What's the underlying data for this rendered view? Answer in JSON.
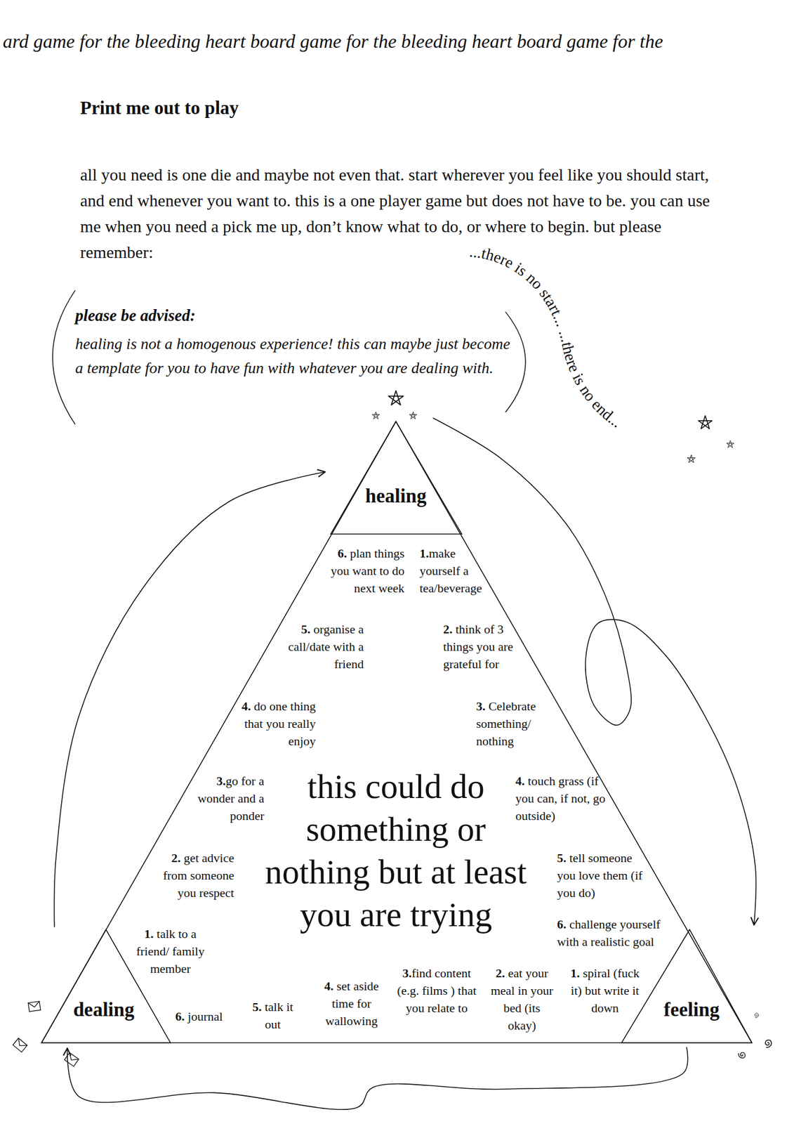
{
  "diagram": {
    "title": "Print me out to play",
    "nodes": [
      {
        "text": [
          "this could do something or nothing but at least you are trying"
        ]
      },
      {
        "text": [
          "healing"
        ],
        "in": 0
      },
      {
        "text": [
          "dealing"
        ],
        "in": 0
      },
      {
        "text": [
          "feeling"
        ],
        "in": 0
      }
    ],
    "edges": [
      {
        "from": 2,
        "to": 1,
        "arrow": "to"
      },
      {
        "from": 1,
        "to": 3,
        "arrow": "to"
      },
      {
        "from": 3,
        "to": 2,
        "arrow": "to"
      }
    ],
    "labels": [
      "ard game for the bleeding heart board game for the bleeding heart board game for the",
      "all you need is one die and maybe not even that. start wherever you feel like you should start, and end whenever you want to. this is a one player game but does not have to be. you can use me when you need a pick me up, don’t know what to do, or where to begin. but please remember:",
      "...there is no start...",
      "...there is no end...",
      "please be advised:",
      "healing is not a homogenous experience! this can maybe just become a template for you to have fun with whatever you are dealing with.",
      "6. plan things you want to do next week",
      "1.make yourself a tea/beverage",
      "5. organise a call/date with a friend",
      "2. think of 3 things you are grateful for",
      "4. do one thing that you really enjoy",
      "3. Celebrate something/ nothing",
      "3.go for a wonder and a ponder",
      "4. touch grass (if you can, if not, go outside)",
      "2. get advice from someone you respect",
      "5. tell someone you love them (if you do)",
      "1. talk to a friend/ family member",
      "6. challenge yourself with a realistic goal",
      "6. journal",
      "5. talk it out",
      "4. set aside time for wallowing",
      "3.find content (e.g. films ) that you relate to",
      "2. eat your meal in your bed (its okay)",
      "1. spiral (fuck it) but write it down"
    ]
  }
}
